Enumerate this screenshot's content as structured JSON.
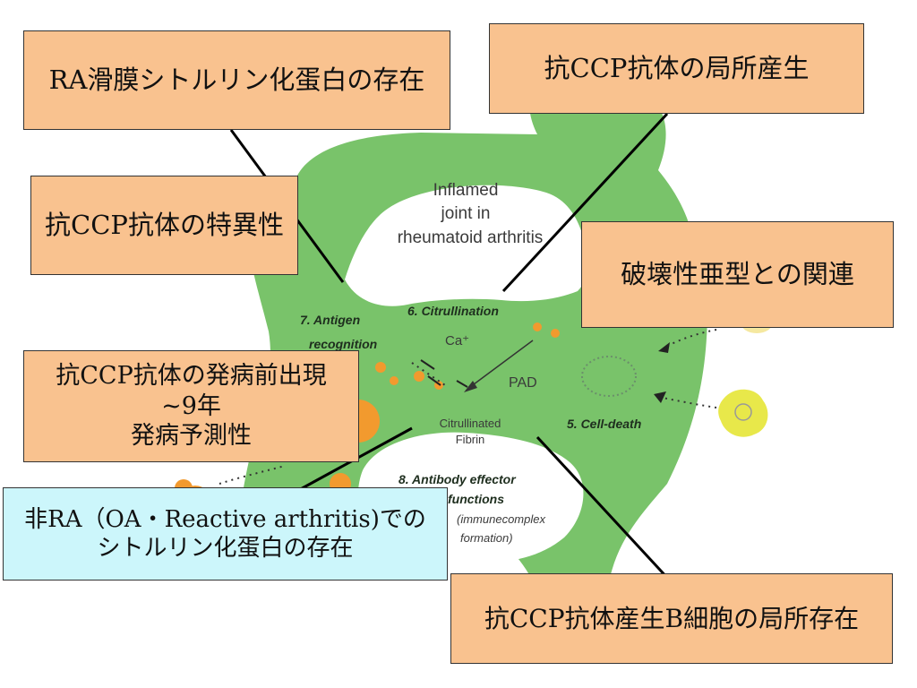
{
  "background_diagram": {
    "title_lines": [
      "Inflamed",
      "joint in",
      "rheumatoid arthritis"
    ],
    "labels": {
      "citrullination": "6. Citrullination",
      "antigen_line1": "7. Antigen",
      "antigen_line2": "recognition",
      "ca": "Ca⁺",
      "pad": "PAD",
      "citrullinated_line1": "Citrullinated",
      "citrullinated_line2": "Fibrin",
      "cell_death": "5. Cell-death",
      "effector_line1": "8. Antibody effector",
      "effector_line2": "functions",
      "effector_line3": "(immunecomplex",
      "effector_line4": "formation)"
    },
    "colors": {
      "joint": "#79c36a",
      "cell": "#e8e84a",
      "immune": "#f29a2e"
    }
  },
  "callouts": {
    "synovium": "RA滑膜シトルリン化蛋白の存在",
    "local_production": "抗CCP抗体の局所産生",
    "specificity": "抗CCP抗体の特異性",
    "destructive": "破壊性亜型との関連",
    "preonset_line1": "抗CCP抗体の発病前出現",
    "preonset_line2": "~9年",
    "preonset_line3": "発病予測性",
    "non_ra_line1": "非RA（OA・Reactive arthritis)での",
    "non_ra_line2": "シトルリン化蛋白の存在",
    "b_cell": "抗CCP抗体産生B細胞の局所存在"
  },
  "colors": {
    "callout_fill": "#f9c28f",
    "callout_alt_fill": "#ccf6fb",
    "connector": "#000000"
  }
}
